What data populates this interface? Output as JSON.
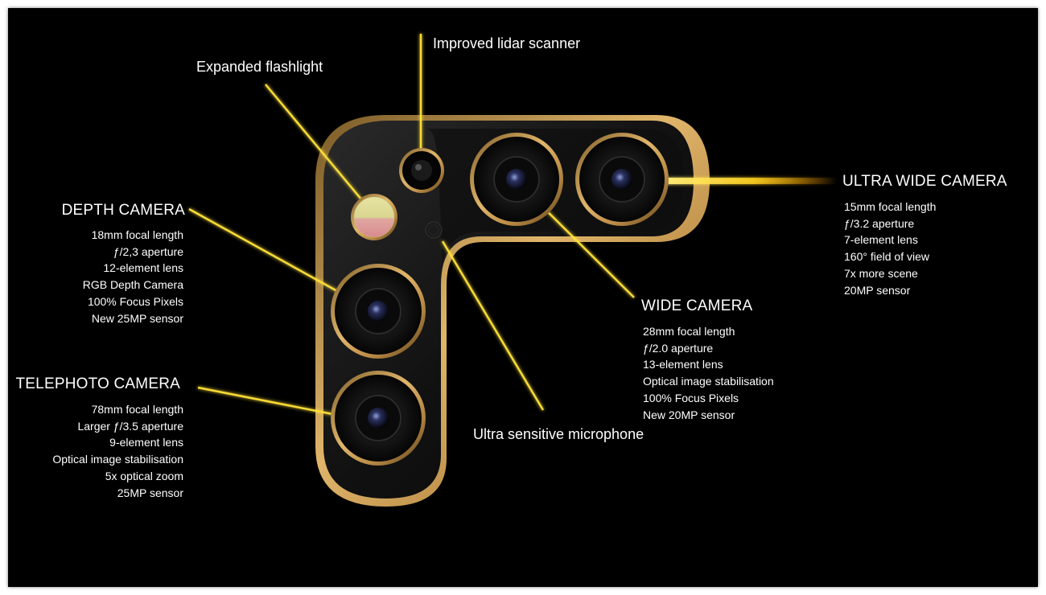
{
  "callouts": {
    "flashlight": "Expanded flashlight",
    "lidar": "Improved lidar scanner",
    "microphone": "Ultra sensitive microphone"
  },
  "cameras": {
    "depth": {
      "title": "DEPTH CAMERA",
      "specs": [
        "18mm focal length",
        "ƒ/2,3 aperture",
        "12-element lens",
        "RGB Depth Camera",
        "100% Focus Pixels",
        "New 25MP sensor"
      ]
    },
    "telephoto": {
      "title": "TELEPHOTO CAMERA",
      "specs": [
        "78mm focal length",
        "Larger ƒ/3.5 aperture",
        "9-element lens",
        "Optical image stabilisation",
        "5x optical zoom",
        "25MP sensor"
      ]
    },
    "wide": {
      "title": "WIDE CAMERA",
      "specs": [
        "28mm focal length",
        "ƒ/2.0 aperture",
        "13-element lens",
        "Optical image stabilisation",
        "100% Focus Pixels",
        "New 20MP sensor"
      ]
    },
    "ultra_wide": {
      "title": "ULTRA WIDE CAMERA",
      "specs": [
        "15mm focal length",
        "ƒ/3.2 aperture",
        "7-element lens",
        "160° field of view",
        "7x more scene",
        "20MP sensor"
      ]
    }
  },
  "colors": {
    "background": "#000000",
    "gold": "#c89a4a",
    "beam": "#ffe23a",
    "text": "#ffffff"
  }
}
